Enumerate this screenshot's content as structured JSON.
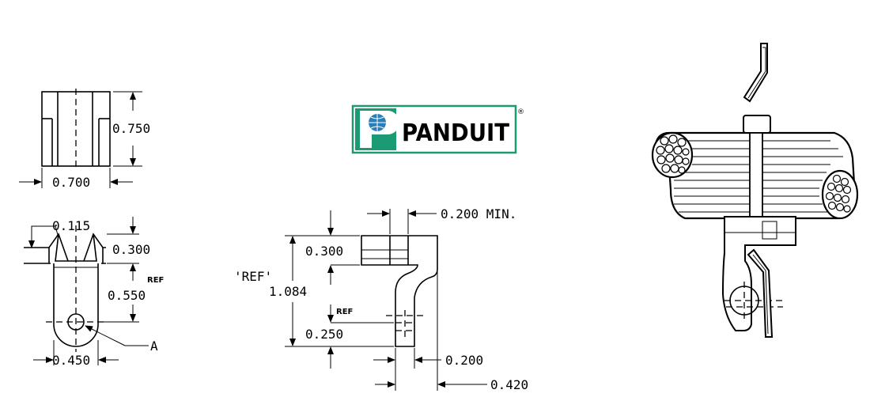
{
  "brand": {
    "name": "PANDUIT",
    "registered_mark": "®",
    "colors": {
      "border": "#1a9b74",
      "badge": "#1a9b74",
      "globe": "#2a7fb8"
    }
  },
  "front_view": {
    "height": "0.750",
    "width": "0.700"
  },
  "side_view": {
    "top_offset": "0.115",
    "head_height": "0.300",
    "ref_label": "REF",
    "hole_distance": "0.550",
    "base_width": "0.450",
    "hole_label": "A"
  },
  "profile_view": {
    "slot_width": "0.200 MIN.",
    "top_height": "0.300",
    "ref_quoted": "'REF'",
    "overall_height": "1.084",
    "ref_label": "REF",
    "bottom_height": "0.250",
    "leg_width": "0.200",
    "overall_width": "0.420"
  }
}
